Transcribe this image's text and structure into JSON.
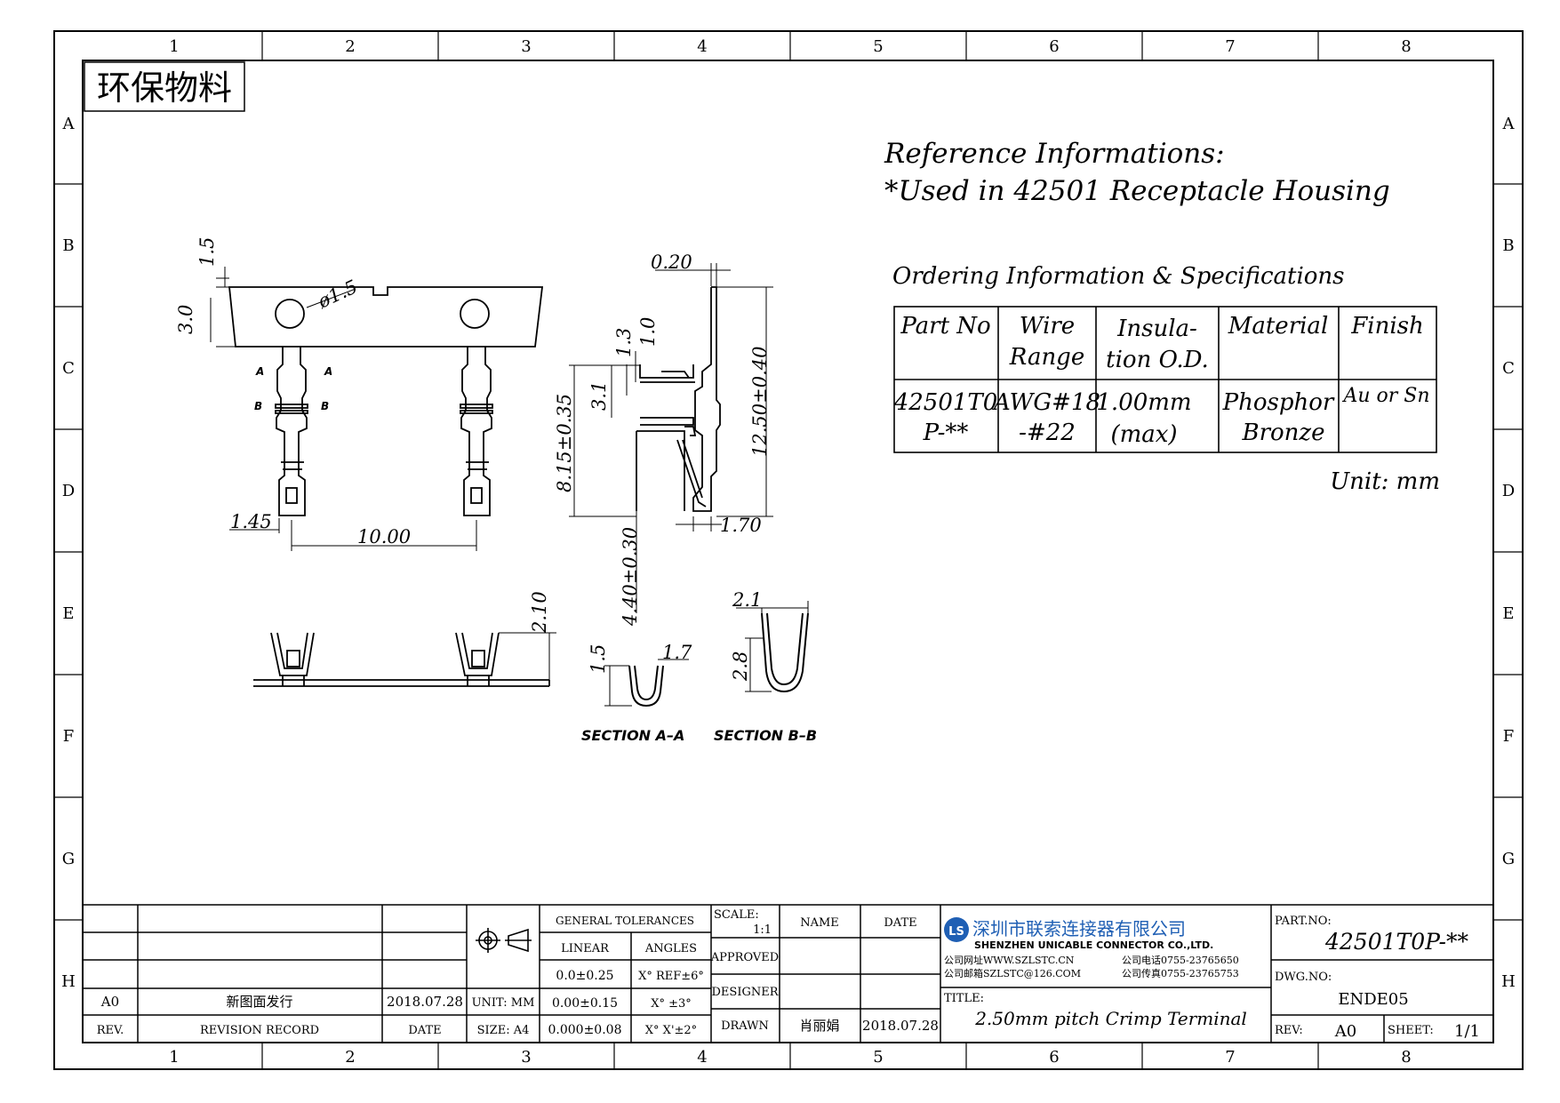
{
  "frame": {
    "columns": [
      "1",
      "2",
      "3",
      "4",
      "5",
      "6",
      "7",
      "8"
    ],
    "rows": [
      "A",
      "B",
      "C",
      "D",
      "E",
      "F",
      "G",
      "H"
    ]
  },
  "stamp": "环保物料",
  "reference": {
    "heading": "Reference Informations:",
    "used_in": "*Used in 42501  Receptacle  Housing"
  },
  "ordering": {
    "heading": "Ordering Information & Specifications",
    "headers": [
      [
        "Part No"
      ],
      [
        "Wire",
        "Range"
      ],
      [
        "Insula-",
        "tion O.D."
      ],
      [
        "Material"
      ],
      [
        "Finish"
      ]
    ],
    "row": [
      [
        "42501T0",
        "P-**"
      ],
      [
        "AWG#18",
        "-#22"
      ],
      [
        "1.00mm",
        "(max)"
      ],
      [
        "Phosphor",
        "Bronze"
      ],
      [
        "Au or Sn"
      ]
    ]
  },
  "unit": "Unit: mm",
  "dimensions": {
    "d_1_5": "1.5",
    "d_3_0": "3.0",
    "d_dia": "ø1.5",
    "d_1_45": "1.45",
    "d_10": "10.00",
    "d_0_20": "0.20",
    "d_1_3": "1.3",
    "d_1_0": "1.0",
    "d_3_1": "3.1",
    "d_8_15": "8.15±0.35",
    "d_12_50": "12.50±0.40",
    "d_4_40": "4.40±0.30",
    "d_1_70": "1.70",
    "d_2_10": "2.10",
    "d_sa_1_5": "1.5",
    "d_sa_1_7": "1.7",
    "d_sb_2_1": "2.1",
    "d_sb_2_8": "2.8",
    "lbl_a": "A",
    "lbl_b": "B"
  },
  "sections": {
    "aa": "SECTION A–A",
    "bb": "SECTION B–B"
  },
  "title_block": {
    "rev_row": {
      "rev": "A0",
      "record": "新图面发行",
      "date": "2018.07.28"
    },
    "rev_labels": {
      "rev": "REV.",
      "record": "REVISION RECORD",
      "date": "DATE"
    },
    "unit": "UNIT: MM",
    "size": "SIZE: A4",
    "tol_heading": "GENERAL TOLERANCES",
    "linear_label": "LINEAR",
    "angles_label": "ANGLES",
    "linear": [
      "0.0±0.25",
      "0.00±0.15",
      "0.000±0.08"
    ],
    "angles": [
      "X° REF±6°",
      "X° ±3°",
      "X° X'±2°"
    ],
    "scale_label": "SCALE:",
    "scale": "1:1",
    "name_label": "NAME",
    "date_label": "DATE",
    "approved": "APPROVED",
    "designer": "DESIGNER",
    "drawn": "DRAWN",
    "drawn_name": "肖丽娟",
    "drawn_date": "2018.07.28",
    "company_cn": "深圳市联索连接器有限公司",
    "company_en": "SHENZHEN UNICABLE CONNECTOR CO.,LTD.",
    "web": "公司网址WWW.SZLSTC.CN",
    "mail": "公司邮箱SZLSTC@126.COM",
    "tel": "公司电话0755-23765650",
    "fax": "公司传真0755-23765753",
    "title_label": "TITLE:",
    "title": "2.50mm pitch Crimp Terminal",
    "part_label": "PART.NO:",
    "part_no": "42501T0P-**",
    "dwg_label": "DWG.NO:",
    "dwg_no": "ENDE05",
    "rev_label": "REV:",
    "rev": "A0",
    "sheet_label": "SHEET:",
    "sheet": "1/1",
    "logo": "LS"
  },
  "colors": {
    "logo_blue": "#1f5fb4"
  }
}
